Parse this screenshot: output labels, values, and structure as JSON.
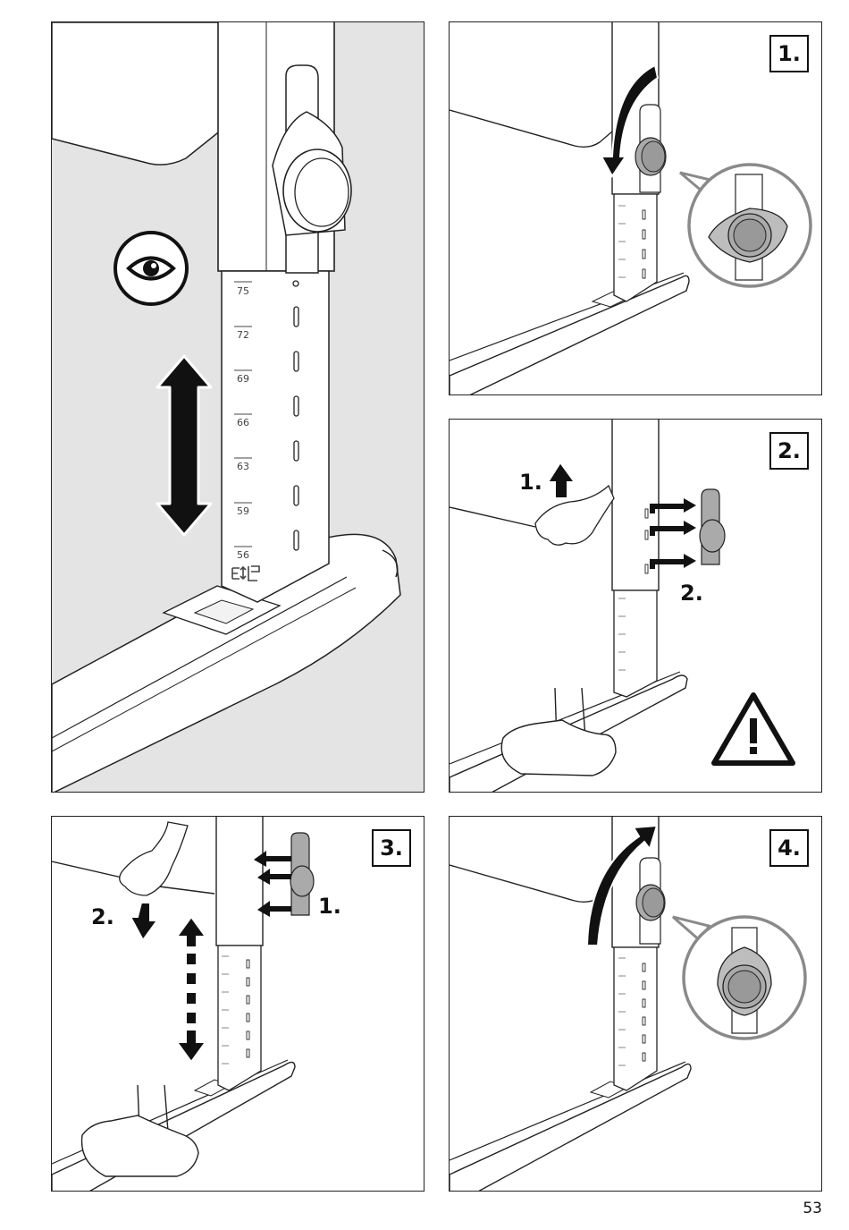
{
  "page_number": "53",
  "overview": {
    "scale_ticks": [
      "75",
      "72",
      "69",
      "66",
      "63",
      "59",
      "56"
    ]
  },
  "steps": [
    {
      "badge": "1."
    },
    {
      "badge": "2.",
      "labels": [
        "1.",
        "2."
      ]
    },
    {
      "badge": "3.",
      "labels": [
        "2.",
        "1."
      ]
    },
    {
      "badge": "4."
    }
  ],
  "colors": {
    "shade": "#e4e4e4",
    "line": "#222222",
    "callout": "#8a8a8a"
  }
}
